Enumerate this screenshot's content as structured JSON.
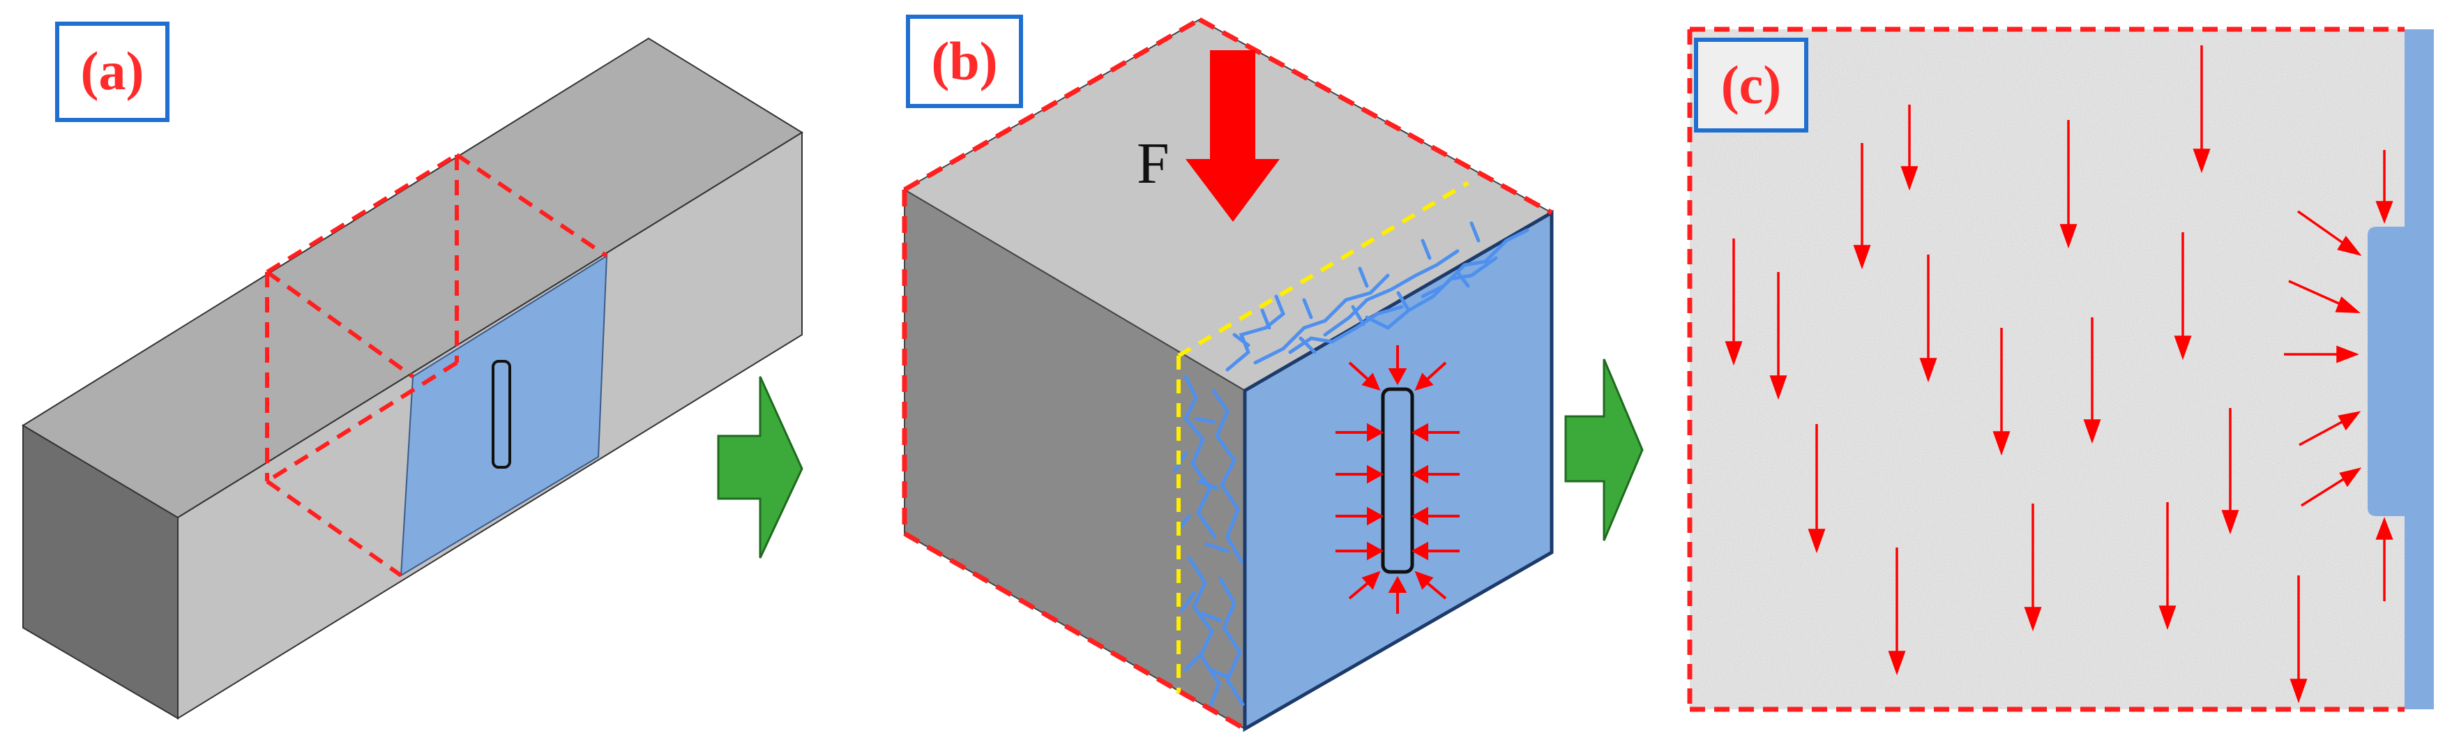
{
  "panels": {
    "a": {
      "label": "(a)"
    },
    "b": {
      "label": "(b)"
    },
    "c": {
      "label": "(c)"
    }
  },
  "force": {
    "label": "F"
  },
  "colors": {
    "label_text": "#ff2a2a",
    "label_box": "#1f6fd1",
    "dashed_red": "#ff1f1f",
    "dashed_yellow": "#ffee00",
    "blue_face": "#82ace0",
    "crack_blue": "#4f90ee",
    "arrow_red": "#ff0000",
    "flow_arrow_green": "#3caa3a",
    "concrete_top": "#b3b3b3",
    "concrete_front": "#c4c4c4",
    "concrete_side": "#7a7a7a"
  }
}
